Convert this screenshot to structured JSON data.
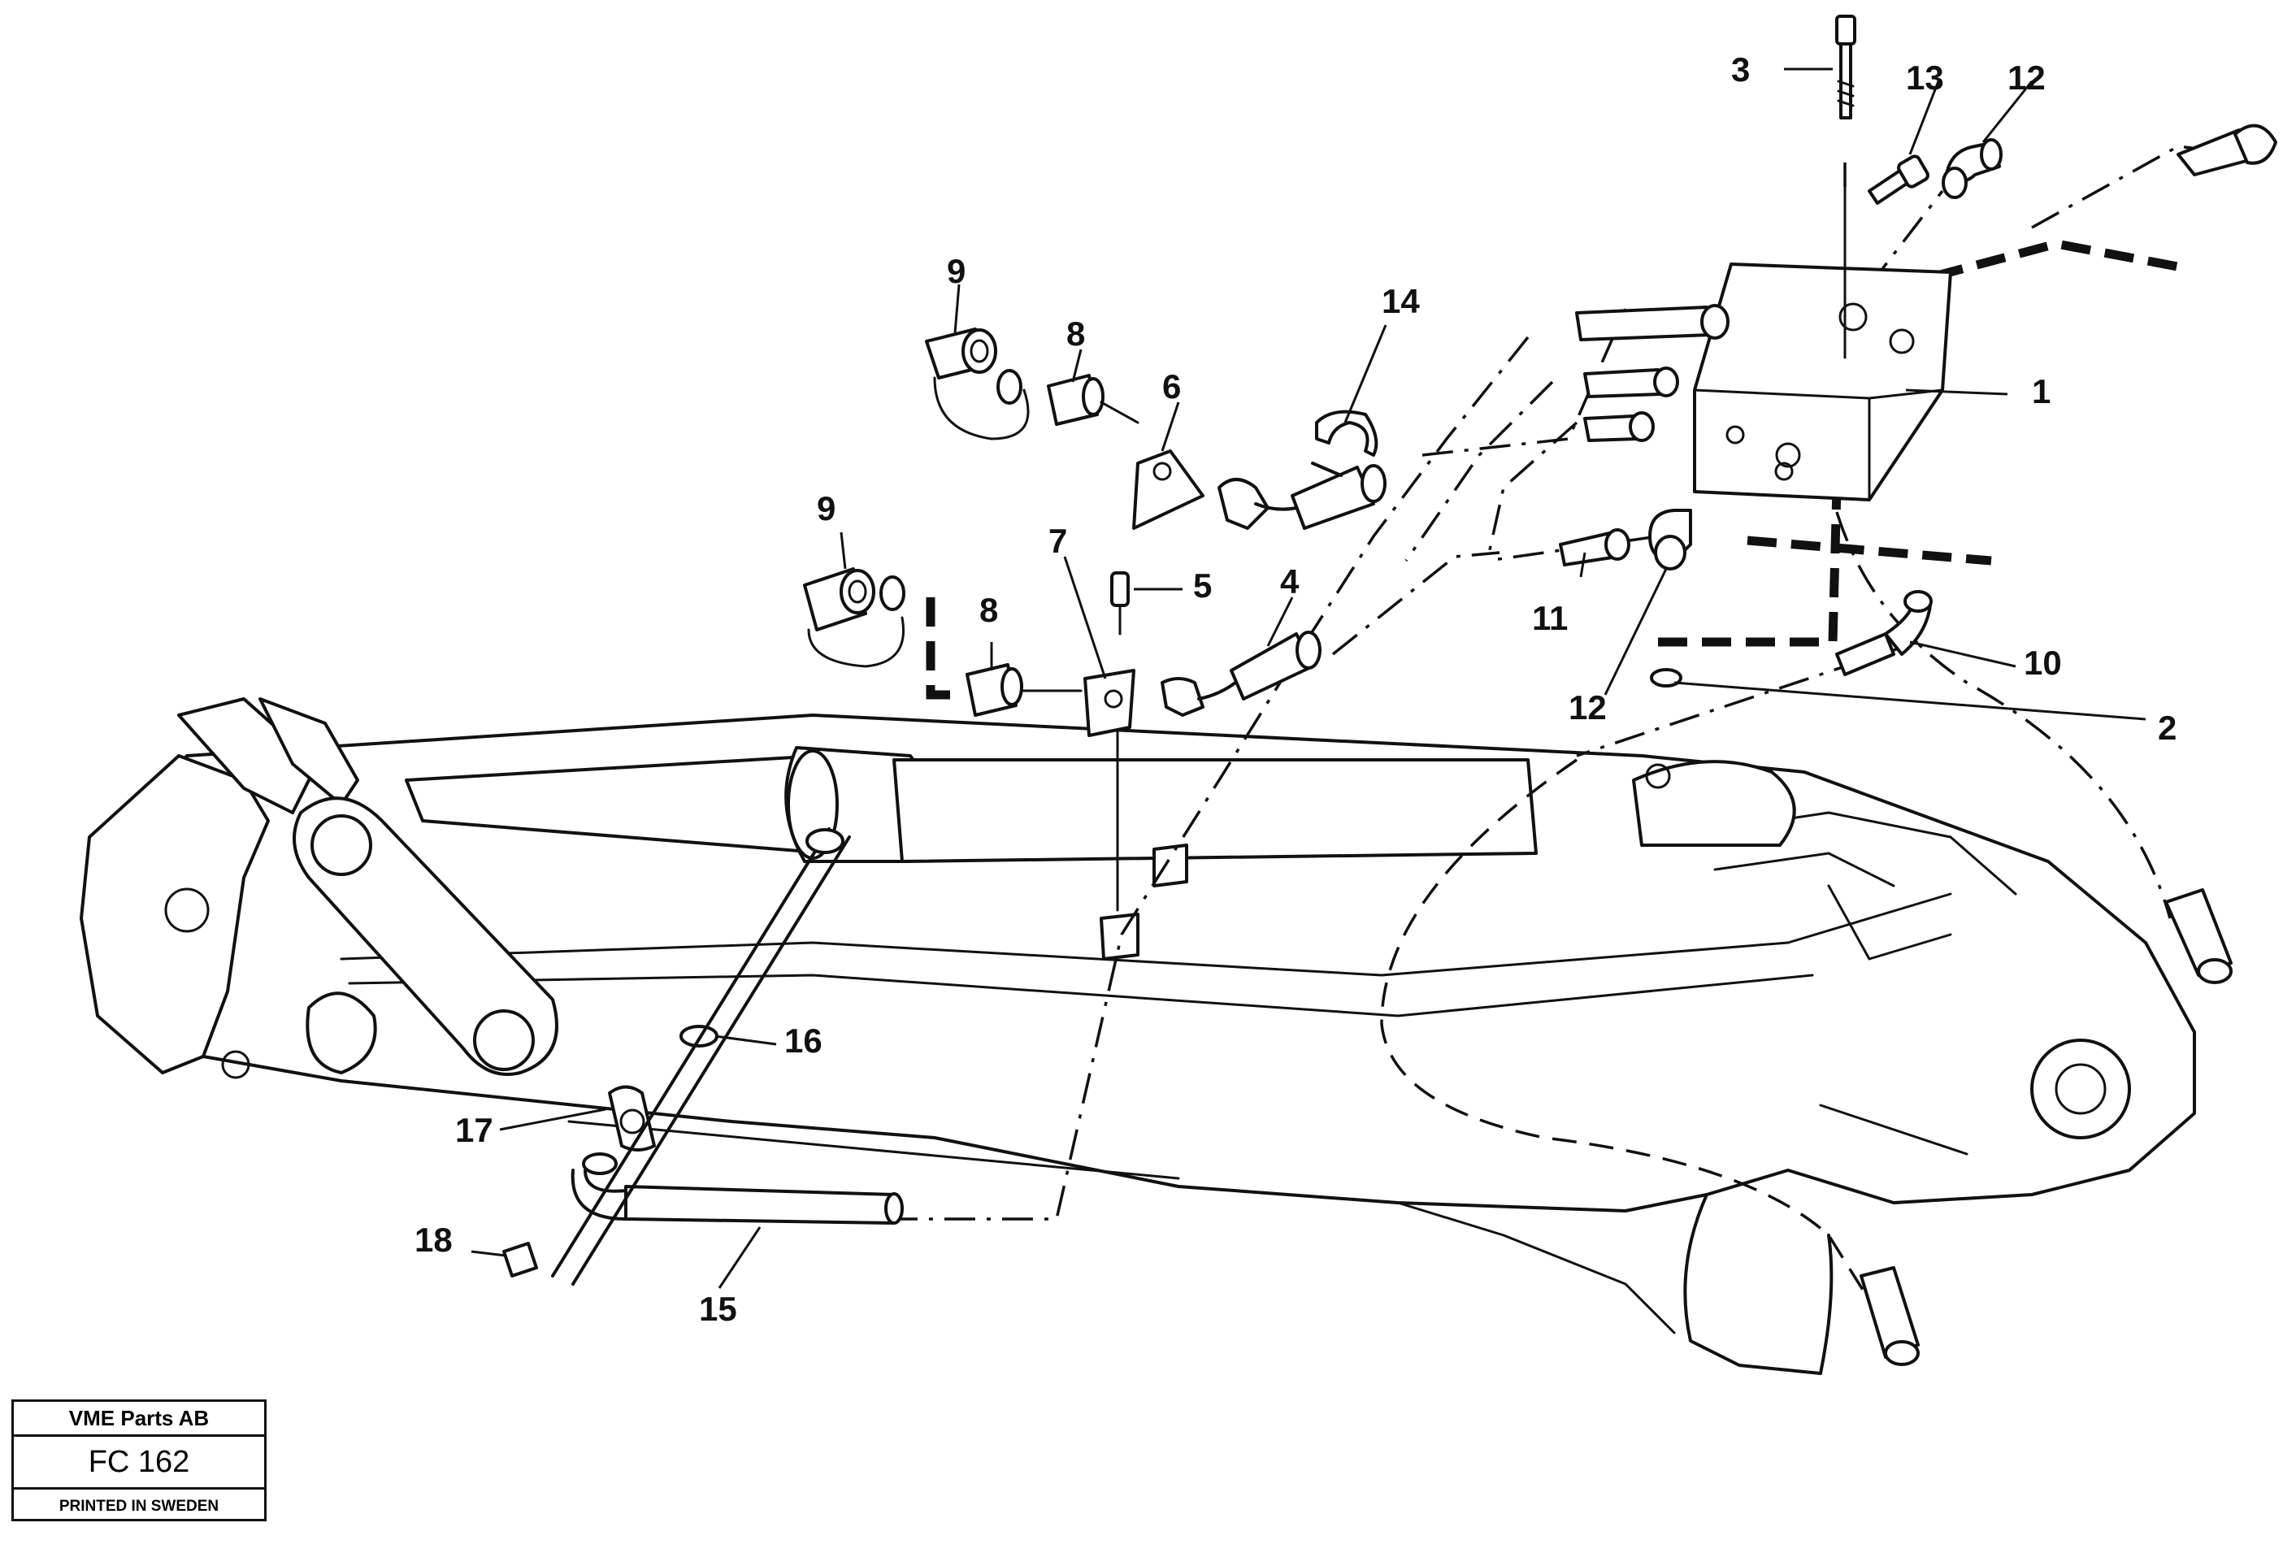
{
  "callouts": {
    "c1": "1",
    "c2": "2",
    "c3": "3",
    "c4": "4",
    "c5": "5",
    "c6": "6",
    "c7": "7",
    "c8a": "8",
    "c8b": "8",
    "c9a": "9",
    "c9b": "9",
    "c10": "10",
    "c11": "11",
    "c12a": "12",
    "c12b": "12",
    "c13": "13",
    "c14": "14",
    "c15": "15",
    "c16": "16",
    "c17": "17",
    "c18": "18"
  },
  "title_block": {
    "company": "VME Parts AB",
    "code": "FC 162",
    "printed": "PRINTED IN SWEDEN"
  }
}
